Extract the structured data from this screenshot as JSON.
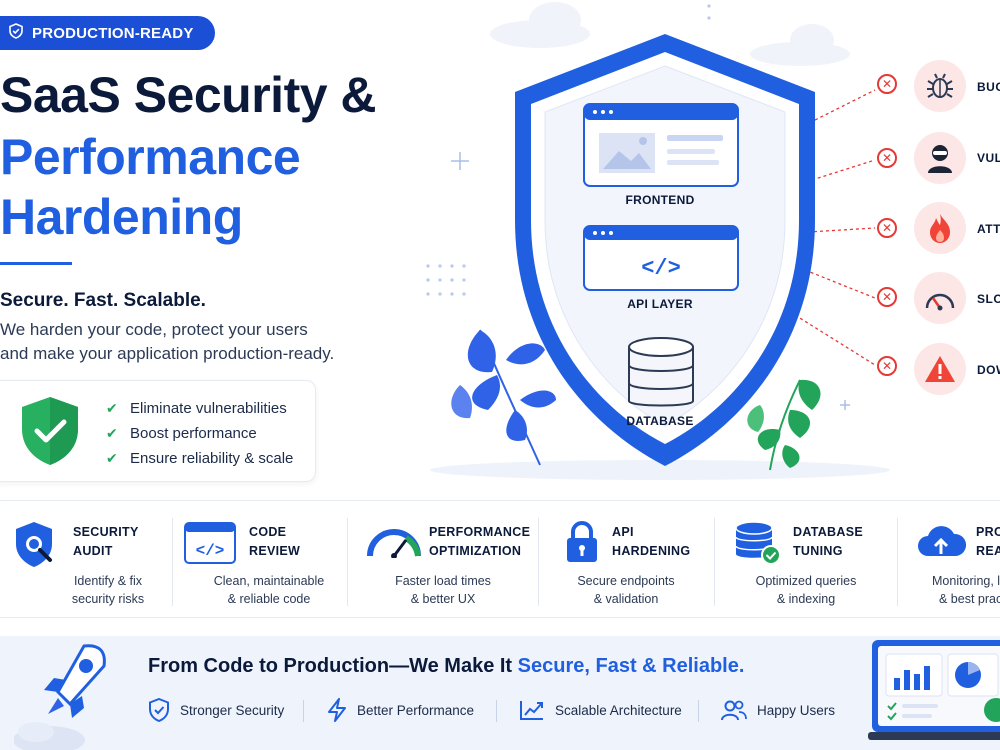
{
  "badge": {
    "label": "PRODUCTION-READY",
    "icon": "shield-check-icon"
  },
  "hero": {
    "title_line1": "SaaS Security &",
    "title_line2": "Performance",
    "title_line3": "Hardening",
    "tagline": "Secure. Fast. Scalable.",
    "description_line1": "We harden your code, protect your users",
    "description_line2": "and make your application production-ready."
  },
  "checklist": [
    {
      "label": "Eliminate vulnerabilities"
    },
    {
      "label": "Boost performance"
    },
    {
      "label": "Ensure reliability & scale"
    }
  ],
  "shield_layers": {
    "frontend": "FRONTEND",
    "api": "API LAYER",
    "database": "DATABASE"
  },
  "threats": [
    {
      "label": "BUG",
      "icon": "bug-icon"
    },
    {
      "label": "VUL",
      "icon": "hacker-icon"
    },
    {
      "label": "ATT",
      "icon": "fire-icon"
    },
    {
      "label": "SLO",
      "icon": "speedometer-icon"
    },
    {
      "label": "DOW",
      "icon": "warning-icon"
    }
  ],
  "services": [
    {
      "title1": "SECURITY",
      "title2": "AUDIT",
      "desc1": "Identify & fix",
      "desc2": "security risks",
      "icon": "shield-search-icon"
    },
    {
      "title1": "CODE",
      "title2": "REVIEW",
      "desc1": "Clean, maintainable",
      "desc2": "& reliable code",
      "icon": "code-window-icon"
    },
    {
      "title1": "PERFORMANCE",
      "title2": "OPTIMIZATION",
      "desc1": "Faster load times",
      "desc2": "& better UX",
      "icon": "gauge-icon"
    },
    {
      "title1": "API",
      "title2": "HARDENING",
      "desc1": "Secure endpoints",
      "desc2": "& validation",
      "icon": "lock-icon"
    },
    {
      "title1": "DATABASE",
      "title2": "TUNING",
      "desc1": "Optimized queries",
      "desc2": "& indexing",
      "icon": "database-check-icon"
    },
    {
      "title1": "PRO",
      "title2": "REA",
      "desc1": "Monitoring, l",
      "desc2": "& best prac",
      "icon": "cloud-upload-icon"
    }
  ],
  "banner": {
    "title_main": "From Code to Production—We Make It ",
    "title_highlight": "Secure, Fast & Reliable.",
    "benefits": [
      {
        "label": "Stronger Security",
        "icon": "shield-check-icon"
      },
      {
        "label": "Better Performance",
        "icon": "lightning-icon"
      },
      {
        "label": "Scalable Architecture",
        "icon": "chart-up-icon"
      },
      {
        "label": "Happy Users",
        "icon": "users-icon"
      }
    ]
  },
  "colors": {
    "brand_blue": "#1f5fe0",
    "navy": "#0b1a3a",
    "success_green": "#22a55a",
    "danger_red": "#e53935"
  }
}
